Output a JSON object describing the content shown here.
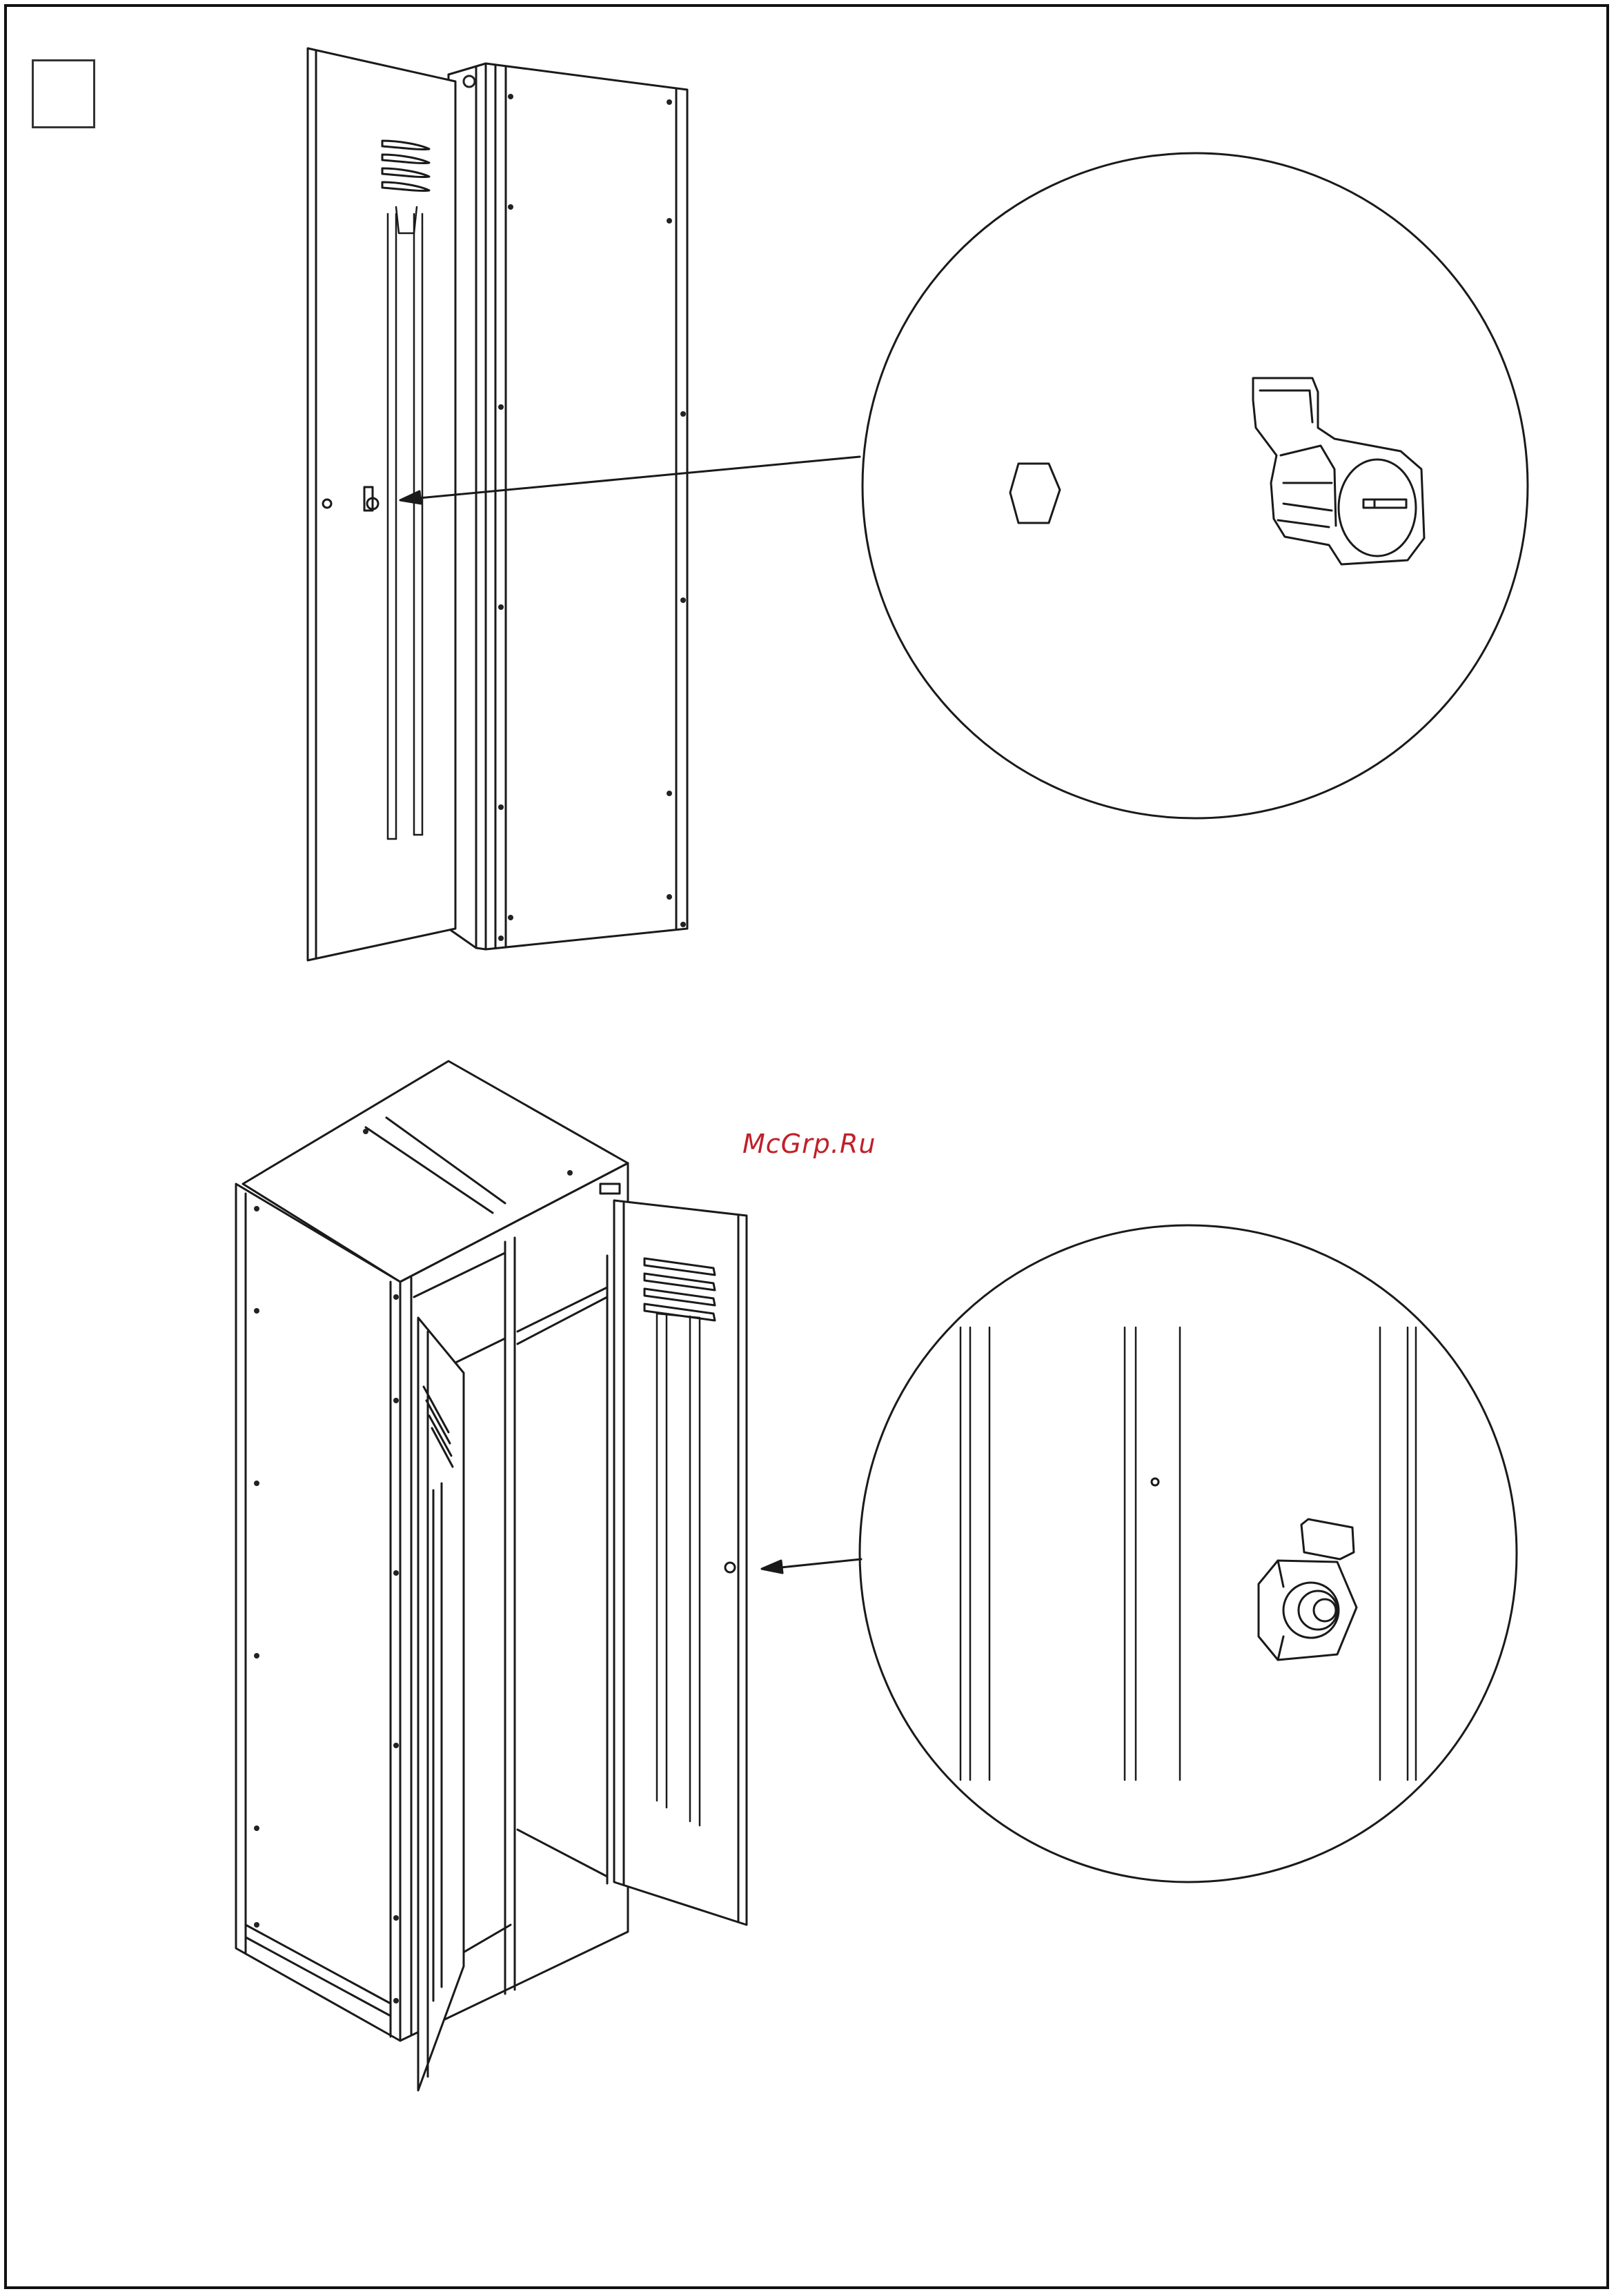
{
  "page": {
    "step_number": ""
  },
  "watermark": {
    "text": "McGrp.Ru",
    "color": "#c0202a"
  },
  "colors": {
    "line": "#1a1a1a",
    "paper": "#ffffff"
  },
  "figures": [
    {
      "name": "locker-front-view",
      "description_icon": "locker-door-open-icon"
    },
    {
      "name": "lock-detail-top",
      "description_icon": "camlock-icon"
    },
    {
      "name": "locker-perspective-view",
      "description_icon": "locker-icon"
    },
    {
      "name": "lock-detail-bottom",
      "description_icon": "camlock-nut-icon"
    }
  ]
}
